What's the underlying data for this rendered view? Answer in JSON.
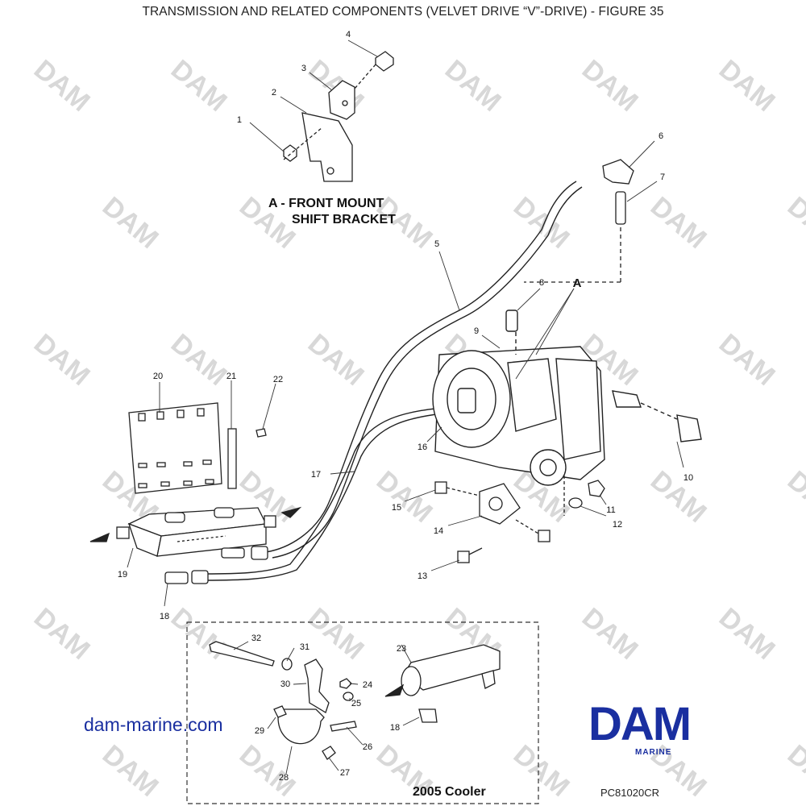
{
  "title": "TRANSMISSION AND RELATED COMPONENTS (VELVET DRIVE “V”-DRIVE) - FIGURE 35",
  "inset_caption": {
    "line1": "A - FRONT MOUNT",
    "line2": "SHIFT BRACKET"
  },
  "detail_label": "A",
  "cooler_caption": "2005 Cooler",
  "website": "dam-marine.com",
  "logo": {
    "main": "DAM",
    "sub": "MARINE",
    "color": "#1a2fa0"
  },
  "watermark": "DAM",
  "code": "PC81020CR",
  "callouts": [
    "1",
    "2",
    "3",
    "4",
    "5",
    "6",
    "7",
    "8",
    "9",
    "10",
    "11",
    "12",
    "13",
    "14",
    "15",
    "16",
    "17",
    "18",
    "19",
    "20",
    "21",
    "22",
    "23",
    "24",
    "25",
    "26",
    "27",
    "28",
    "29",
    "30",
    "31",
    "32",
    "18"
  ]
}
